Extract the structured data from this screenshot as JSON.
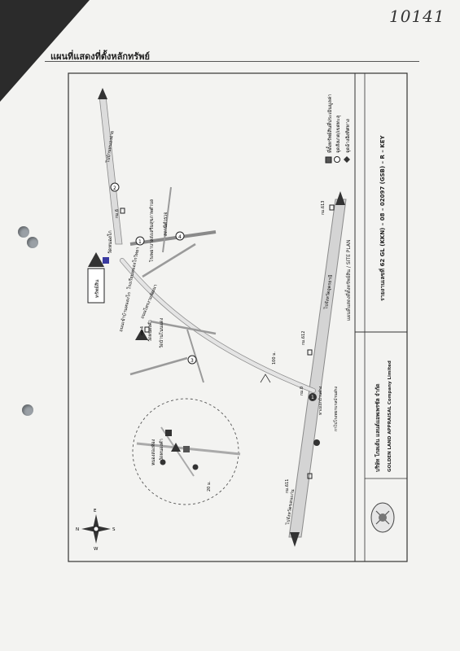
{
  "page": {
    "number": "10141",
    "heading": "แผนที่แสดงที่ตั้งหลักทรัพย์"
  },
  "title_block": {
    "company_th": "บริษัท โกลเด้น แลนด์แอพเพรซัล จำกัด",
    "company_en": "GOLDEN LAND APPRAISAL Company Limited",
    "plan_title": "แผนที่แสดงที่ตั้งทรัพย์สิน / SITE PLAN",
    "report_no": "รายงานเลขที่ 62 GL (KKN) – 08 – 02097 (GSB) – R – KEY"
  },
  "legend": [
    {
      "icon": "square-hatched-icon",
      "label": "ที่ตั้งทรัพย์สินที่ประเมินมูลค่า"
    },
    {
      "icon": "circle-icon",
      "label": "จุดสังเกต/เขตทะลุ"
    },
    {
      "icon": "diamond-icon",
      "label": "จุดอ้างอิงทิศทาง"
    }
  ],
  "map": {
    "roads": {
      "highway_main": "ไปจังหวัดขอนแก่น",
      "highway_toward": "ไปจังหวัดอุดรธานี",
      "road_top": "ไปบ้านหนองฝาย",
      "road_to_site": "ถนนไทรงามพัฒนา",
      "road_village": "ถนนเข้าบ้านหนองโก",
      "to_market": "กาไปโรงพยาบาลบ้านฝาง"
    },
    "km_markers": [
      "กม.611",
      "กม.612",
      "กม.613",
      "กม.4",
      "กม.6",
      "กม.0"
    ],
    "landmarks": {
      "temple_main": "วัดหนองโก",
      "temple_2": "วัดหนองคำ",
      "temple_3": "วัดบ้านโนนแดง",
      "school": "โรงเรียนหนองโกวิทยา",
      "police": "สถานีตำรวจ",
      "hospital": "โรงพยาบาลส่งเสริมสุขภาพตำบล",
      "site_label": "ทรัพย์สิน",
      "turn_label": "ทางแยกบ้านฝาง"
    },
    "distances": [
      "100 ม.",
      "20 ม."
    ],
    "circled_numbers": [
      "1",
      "2",
      "3",
      "4"
    ],
    "inset": {
      "label_top": "หนองสองห้อง",
      "label_temple": "วัดหนองคำ",
      "distance": "20 ม."
    },
    "compass": {
      "n": "N",
      "s": "S",
      "e": "E",
      "w": "W"
    }
  },
  "colors": {
    "ink": "#222222",
    "road_fill": "#d4d4d4",
    "road_stroke": "#8a8a8a",
    "frame": "#333333"
  }
}
